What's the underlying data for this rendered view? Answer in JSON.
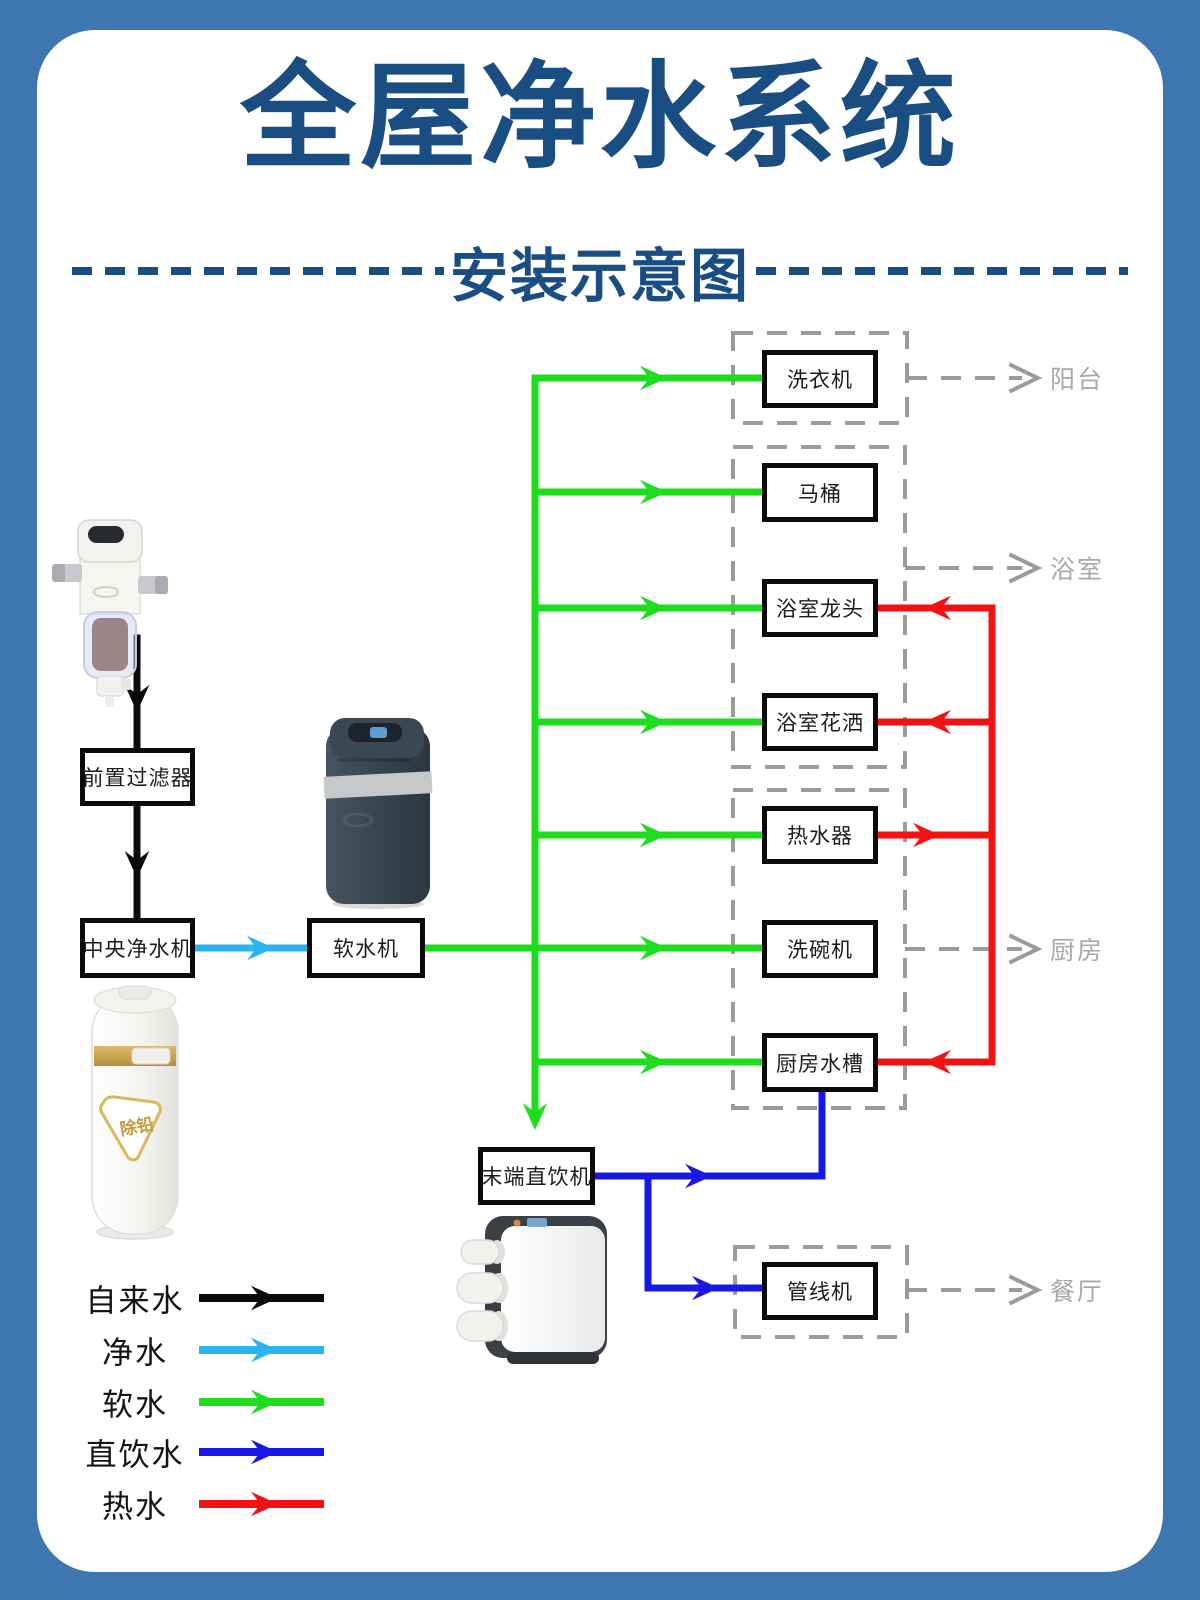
{
  "page": {
    "title": "全屋净水系统",
    "subtitle": "安装示意图"
  },
  "colors": {
    "frame_blue": "#3e77b0",
    "title_blue": "#1a4e82",
    "tap_black": "#0a0a0a",
    "purified_cyan": "#29b4ef",
    "soft_green": "#1edc1e",
    "drinking_blue": "#1717e6",
    "hot_red": "#f31212",
    "dashed_gray": "#9b9b9b",
    "zone_gray": "#a8a8a8"
  },
  "equipment": {
    "pre_filter": {
      "label": "前置过滤器"
    },
    "central_purifier": {
      "label": "中央净水机"
    },
    "softener": {
      "label": "软水机"
    },
    "terminal_purifier": {
      "label": "末端直饮机"
    }
  },
  "appliances": [
    {
      "label": "洗衣机"
    },
    {
      "label": "马桶"
    },
    {
      "label": "浴室龙头"
    },
    {
      "label": "浴室花洒"
    },
    {
      "label": "热水器"
    },
    {
      "label": "洗碗机"
    },
    {
      "label": "厨房水槽"
    },
    {
      "label": "管线机"
    }
  ],
  "zones": [
    {
      "label": "阳台"
    },
    {
      "label": "浴室"
    },
    {
      "label": "厨房"
    },
    {
      "label": "餐厅"
    }
  ],
  "legend": {
    "items": [
      {
        "label": "自来水",
        "color": "#0a0a0a"
      },
      {
        "label": "净水",
        "color": "#29b4ef"
      },
      {
        "label": "软水",
        "color": "#1edc1e"
      },
      {
        "label": "直饮水",
        "color": "#1717e6"
      },
      {
        "label": "热水",
        "color": "#f31212"
      }
    ]
  },
  "products": {
    "central_purifier_badge": "除铅"
  }
}
